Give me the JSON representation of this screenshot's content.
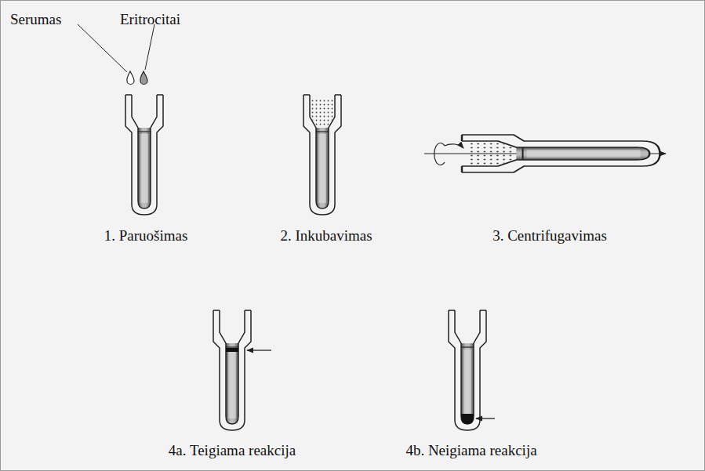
{
  "diagram": {
    "labels": [
      "Serumas",
      "Eritrocitai",
      "1. Paruošimas",
      "2. Inkubavimas",
      "3. Centrifugavimas",
      "4a. Teigiama reakcija",
      "4b. Neigiama reakcija"
    ]
  }
}
